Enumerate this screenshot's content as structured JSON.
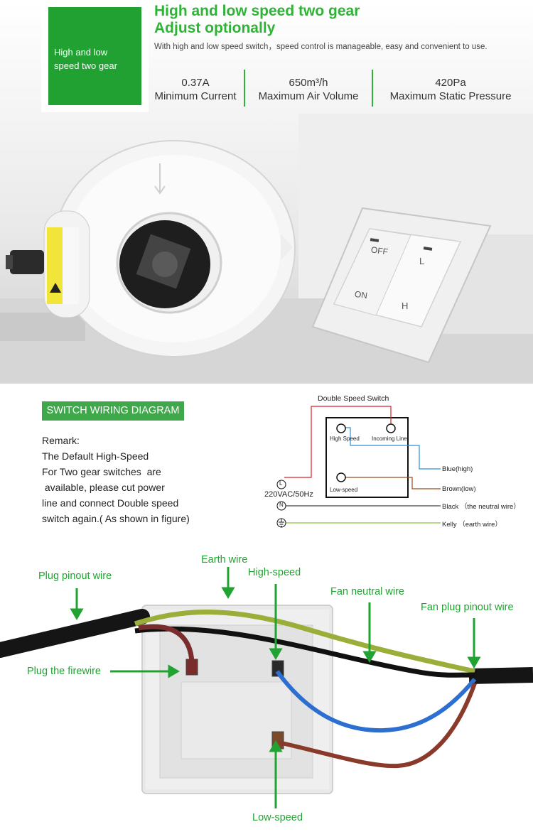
{
  "banner": {
    "box_text": "High and low\nspeed two gear",
    "headline": "High and low speed two gear\nAdjust optionally",
    "subline": "With high and low speed switch，speed control is  manageable, easy and convenient to use.",
    "specs": [
      {
        "value": "0.37A",
        "label": "Minimum Current"
      },
      {
        "value": "650m³/h",
        "label": "Maximum Air Volume"
      },
      {
        "value": "420Pa",
        "label": "Maximum Static Pressure"
      }
    ],
    "switch_labels": {
      "off": "OFF",
      "on": "ON",
      "low": "L",
      "high": "H"
    }
  },
  "diagram": {
    "tag": "SWITCH WIRING DIAGRAM",
    "remark": "Remark:\nThe Default High-Speed\nFor Two gear switches  are\n available, please cut power\nline and connect Double speed\nswitch again.( As shown in figure)",
    "title": "Double Speed Switch",
    "high_speed": "High Speed",
    "incoming": "Incoming Line",
    "low_speed": "Low-speed",
    "supply": "220VAC/50Hz",
    "sym_l": "L",
    "sym_n": "N",
    "wires": {
      "blue": "Blue(high)",
      "brown": "Brown(low)",
      "black": "Black （the neutral wire）",
      "kelly": "Kelly  （earth wire）"
    },
    "colors": {
      "red": "#d8232a",
      "blue": "#2d8fd6",
      "brown": "#9a4a1c",
      "black": "#111111",
      "kelly": "#8fc43a",
      "green": "#21a332"
    }
  },
  "photo": {
    "labels": {
      "plug_pinout": "Plug pinout wire",
      "earth": "Earth wire",
      "high": "High-speed",
      "fan_neutral": "Fan neutral wire",
      "fan_plug": "Fan plug pinout wire",
      "firewire": "Plug the firewire",
      "low": "Low-speed"
    }
  }
}
